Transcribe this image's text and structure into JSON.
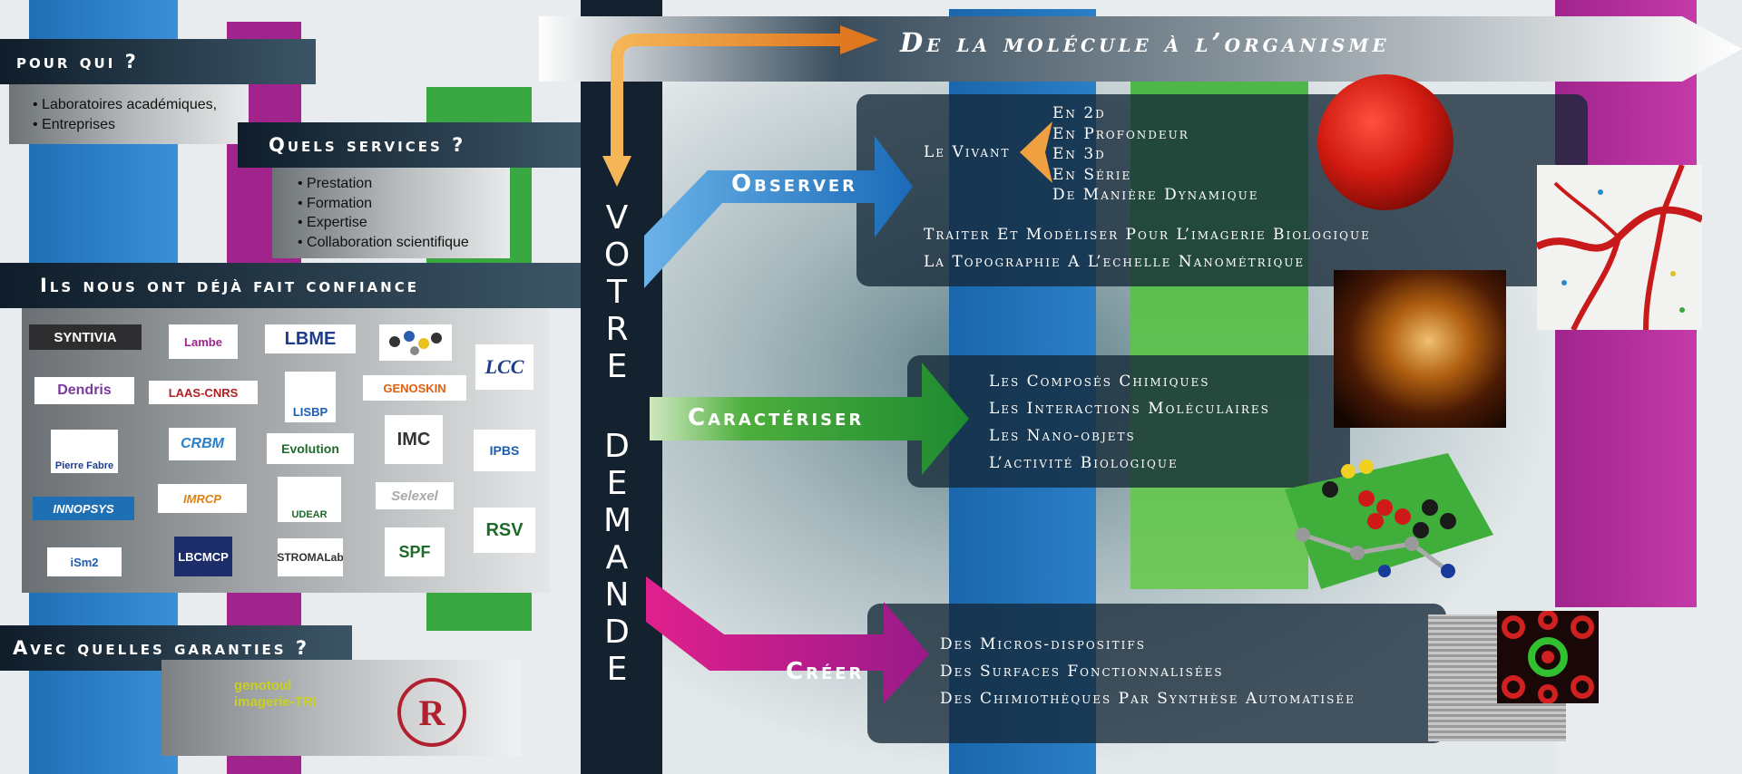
{
  "banner": {
    "title": "De la molécule à l’organisme"
  },
  "vertical": {
    "word1": "VOTRE",
    "word2": "DEMANDE"
  },
  "pour_qui": {
    "title": "pour qui ?",
    "items": [
      "Laboratoires académiques,",
      "Entreprises"
    ]
  },
  "services": {
    "title": "Quels services ?",
    "items": [
      "Prestation",
      "Formation",
      "Expertise",
      "Collaboration scientifique"
    ]
  },
  "confiance": {
    "title": "Ils nous ont déjà fait confiance",
    "logos": [
      "SYNTIVIA",
      "Lambe",
      "LBME",
      "",
      "LCC",
      "Dendris",
      "LAAS-CNRS",
      "LISBP",
      "GENOSKIN",
      "Pierre Fabre",
      "CRBM",
      "Evolution",
      "IMC",
      "IPBS",
      "INNOPSYS",
      "IMRCP",
      "UDEAR",
      "Selexel",
      "RSV",
      "iSm2",
      "LBCMCP",
      "STROMALab",
      "SPF"
    ]
  },
  "garanties": {
    "title": "Avec quelles garanties ?",
    "logos": [
      "genotoul imagerie-TRI",
      "R"
    ]
  },
  "observer": {
    "label": "Observer",
    "vivant": "Le Vivant",
    "modes": [
      "En 2d",
      "En Profondeur",
      "En 3d",
      "En Série",
      "De Manière Dynamique"
    ],
    "lines": [
      "Traiter Et Modéliser Pour L’imagerie Biologique",
      "La Topographie A L’echelle Nanométrique"
    ]
  },
  "caracteriser": {
    "label": "Caractériser",
    "lines": [
      "Les Composés Chimiques",
      "Les Interactions Moléculaires",
      "Les Nano-objets",
      "L’activité Biologique"
    ]
  },
  "creer": {
    "label": "Créer",
    "lines": [
      "Des Micros-dispositifs",
      "Des Surfaces Fonctionnalisées",
      "Des Chimiothèques Par Synthèse Automatisée"
    ]
  },
  "colors": {
    "blue": "#1f6fb5",
    "magenta": "#a0248c",
    "green": "#3aa842",
    "orange": "#f0a040",
    "navy": "#14222f"
  }
}
